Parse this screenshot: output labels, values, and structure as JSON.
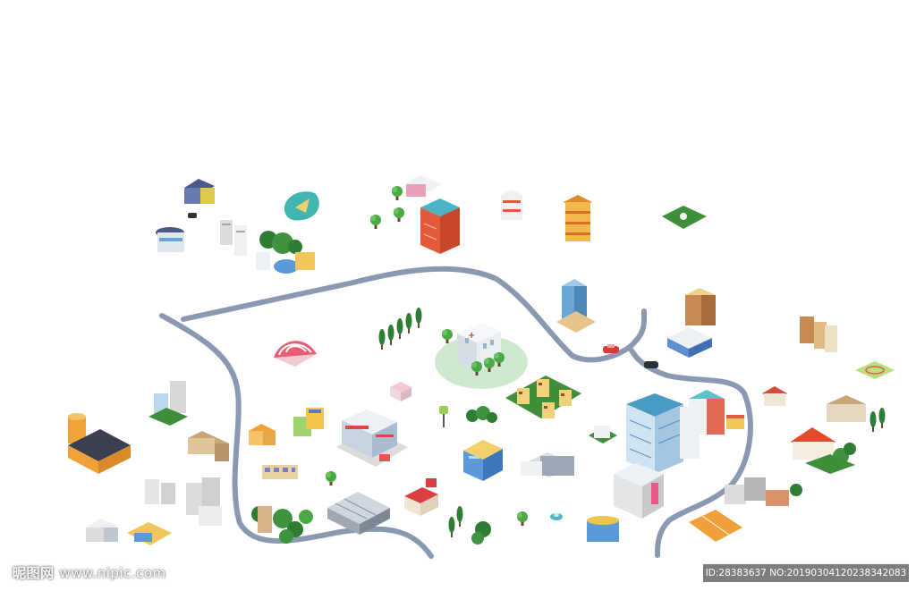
{
  "watermark": {
    "logo_text": "昵图网",
    "site": "www.nipic.com",
    "id_line": "ID:28383637 NO:20190304120238342083"
  },
  "colors": {
    "road": "#8a98b2",
    "grass": "#3f8f3a",
    "tree_light": "#56b04c",
    "tree_dark": "#2f7d34",
    "water": "#3fb6b0",
    "lawn_pale": "#cfe9cf"
  }
}
